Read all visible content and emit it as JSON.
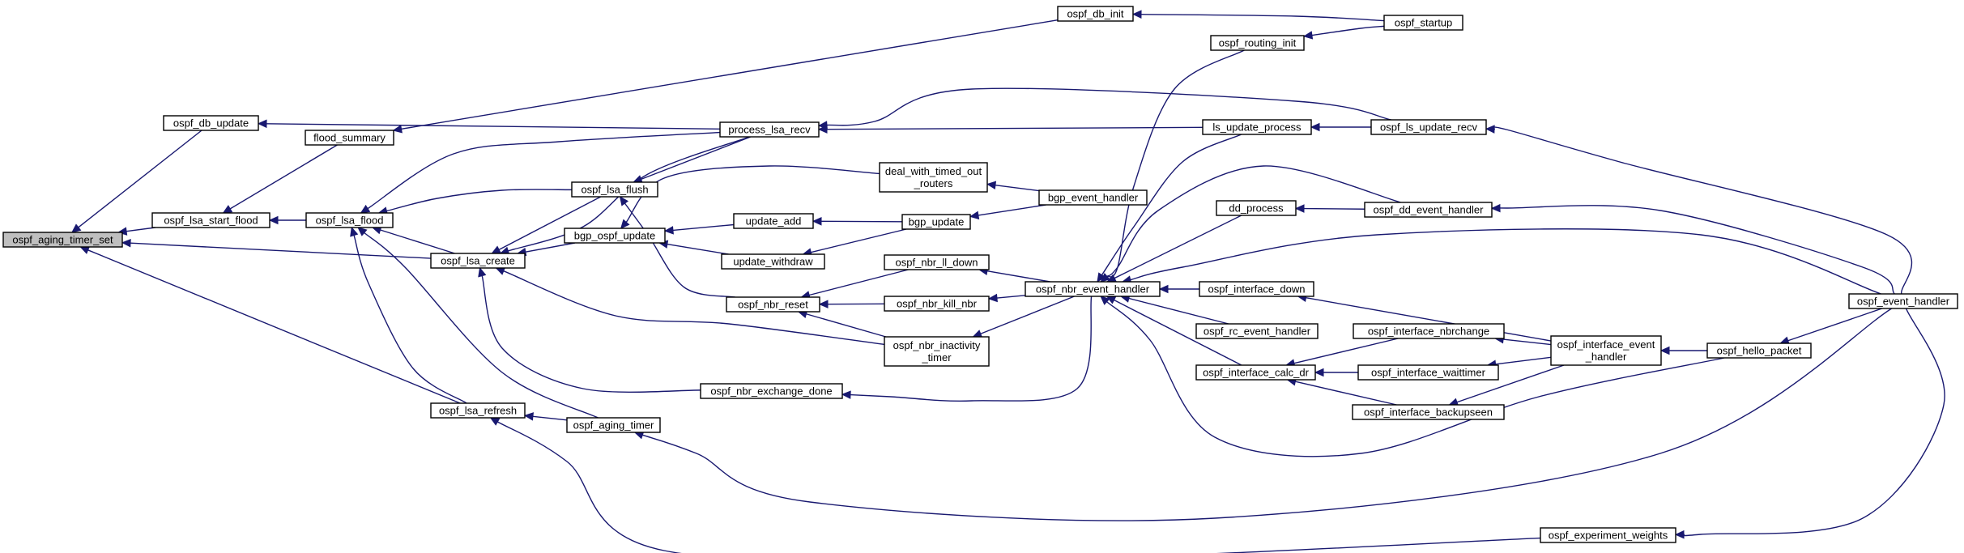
{
  "graph": {
    "root": "ospf_aging_timer_set",
    "nodes": [
      {
        "id": "ospf_aging_timer_set",
        "lines": [
          "ospf_aging_timer_set"
        ],
        "root": true
      },
      {
        "id": "ospf_db_update",
        "lines": [
          "ospf_db_update"
        ]
      },
      {
        "id": "ospf_lsa_start_flood",
        "lines": [
          "ospf_lsa_start_flood"
        ]
      },
      {
        "id": "ospf_lsa_create",
        "lines": [
          "ospf_lsa_create"
        ]
      },
      {
        "id": "ospf_lsa_refresh",
        "lines": [
          "ospf_lsa_refresh"
        ]
      },
      {
        "id": "flood_summary",
        "lines": [
          "flood_summary"
        ]
      },
      {
        "id": "ospf_lsa_flood",
        "lines": [
          "ospf_lsa_flood"
        ]
      },
      {
        "id": "ospf_lsa_flush",
        "lines": [
          "ospf_lsa_flush"
        ]
      },
      {
        "id": "bgp_ospf_update",
        "lines": [
          "bgp_ospf_update"
        ]
      },
      {
        "id": "ospf_aging_timer",
        "lines": [
          "ospf_aging_timer"
        ]
      },
      {
        "id": "ospf_db_init",
        "lines": [
          "ospf_db_init"
        ]
      },
      {
        "id": "ospf_startup",
        "lines": [
          "ospf_startup"
        ]
      },
      {
        "id": "process_lsa_recv",
        "lines": [
          "process_lsa_recv"
        ]
      },
      {
        "id": "deal_with_timed_out_routers",
        "lines": [
          "deal_with_timed_out",
          "_routers"
        ]
      },
      {
        "id": "update_add",
        "lines": [
          "update_add"
        ]
      },
      {
        "id": "update_withdraw",
        "lines": [
          "update_withdraw"
        ]
      },
      {
        "id": "ospf_nbr_reset",
        "lines": [
          "ospf_nbr_reset"
        ]
      },
      {
        "id": "ospf_nbr_ll_down",
        "lines": [
          "ospf_nbr_ll_down"
        ]
      },
      {
        "id": "ospf_nbr_kill_nbr",
        "lines": [
          "ospf_nbr_kill_nbr"
        ]
      },
      {
        "id": "ospf_nbr_inactivity_timer",
        "lines": [
          "ospf_nbr_inactivity",
          "_timer"
        ]
      },
      {
        "id": "ospf_nbr_exchange_done",
        "lines": [
          "ospf_nbr_exchange_done"
        ]
      },
      {
        "id": "bgp_update",
        "lines": [
          "bgp_update"
        ]
      },
      {
        "id": "bgp_event_handler",
        "lines": [
          "bgp_event_handler"
        ]
      },
      {
        "id": "ospf_nbr_event_handler",
        "lines": [
          "ospf_nbr_event_handler"
        ]
      },
      {
        "id": "ospf_routing_init",
        "lines": [
          "ospf_routing_init"
        ]
      },
      {
        "id": "ls_update_process",
        "lines": [
          "ls_update_process"
        ]
      },
      {
        "id": "dd_process",
        "lines": [
          "dd_process"
        ]
      },
      {
        "id": "ospf_interface_down",
        "lines": [
          "ospf_interface_down"
        ]
      },
      {
        "id": "ospf_rc_event_handler",
        "lines": [
          "ospf_rc_event_handler"
        ]
      },
      {
        "id": "ospf_interface_calc_dr",
        "lines": [
          "ospf_interface_calc_dr"
        ]
      },
      {
        "id": "ospf_ls_update_recv",
        "lines": [
          "ospf_ls_update_recv"
        ]
      },
      {
        "id": "ospf_dd_event_handler",
        "lines": [
          "ospf_dd_event_handler"
        ]
      },
      {
        "id": "ospf_interface_nbrchange",
        "lines": [
          "ospf_interface_nbrchange"
        ]
      },
      {
        "id": "ospf_interface_waittimer",
        "lines": [
          "ospf_interface_waittimer"
        ]
      },
      {
        "id": "ospf_interface_backupseen",
        "lines": [
          "ospf_interface_backupseen"
        ]
      },
      {
        "id": "ospf_interface_event_handler",
        "lines": [
          "ospf_interface_event",
          "_handler"
        ]
      },
      {
        "id": "ospf_hello_packet",
        "lines": [
          "ospf_hello_packet"
        ]
      },
      {
        "id": "ospf_event_handler",
        "lines": [
          "ospf_event_handler"
        ]
      },
      {
        "id": "ospf_experiment_weights",
        "lines": [
          "ospf_experiment_weights"
        ]
      }
    ],
    "edges": [
      [
        "ospf_db_update",
        "ospf_aging_timer_set"
      ],
      [
        "ospf_lsa_start_flood",
        "ospf_aging_timer_set"
      ],
      [
        "ospf_lsa_create",
        "ospf_aging_timer_set"
      ],
      [
        "ospf_lsa_refresh",
        "ospf_aging_timer_set"
      ],
      [
        "process_lsa_recv",
        "ospf_db_update"
      ],
      [
        "flood_summary",
        "ospf_lsa_start_flood"
      ],
      [
        "ospf_lsa_flood",
        "ospf_lsa_start_flood"
      ],
      [
        "ospf_db_init",
        "flood_summary"
      ],
      [
        "process_lsa_recv",
        "ospf_lsa_flood"
      ],
      [
        "ospf_lsa_flush",
        "ospf_lsa_flood"
      ],
      [
        "ospf_lsa_create",
        "ospf_lsa_flood"
      ],
      [
        "ospf_lsa_refresh",
        "ospf_lsa_flood"
      ],
      [
        "ospf_aging_timer",
        "ospf_lsa_flood"
      ],
      [
        "ospf_lsa_flush",
        "ospf_lsa_create"
      ],
      [
        "process_lsa_recv",
        "ospf_lsa_create"
      ],
      [
        "bgp_ospf_update",
        "ospf_lsa_create"
      ],
      [
        "ospf_nbr_inactivity_timer",
        "ospf_lsa_create"
      ],
      [
        "ospf_nbr_exchange_done",
        "ospf_lsa_create"
      ],
      [
        "process_lsa_recv",
        "ospf_lsa_flush"
      ],
      [
        "ospf_nbr_reset",
        "ospf_lsa_flush"
      ],
      [
        "deal_with_timed_out_routers",
        "bgp_ospf_update"
      ],
      [
        "update_add",
        "bgp_ospf_update"
      ],
      [
        "update_withdraw",
        "bgp_ospf_update"
      ],
      [
        "ospf_aging_timer",
        "ospf_lsa_refresh"
      ],
      [
        "ospf_experiment_weights",
        "ospf_lsa_refresh"
      ],
      [
        "ospf_event_handler",
        "ospf_aging_timer"
      ],
      [
        "ospf_startup",
        "ospf_db_init"
      ],
      [
        "ospf_ls_update_recv",
        "process_lsa_recv"
      ],
      [
        "ls_update_process",
        "process_lsa_recv"
      ],
      [
        "bgp_event_handler",
        "deal_with_timed_out_routers"
      ],
      [
        "bgp_update",
        "update_add"
      ],
      [
        "bgp_event_handler",
        "bgp_update"
      ],
      [
        "bgp_update",
        "update_withdraw"
      ],
      [
        "ospf_nbr_ll_down",
        "ospf_nbr_reset"
      ],
      [
        "ospf_nbr_kill_nbr",
        "ospf_nbr_reset"
      ],
      [
        "ospf_nbr_inactivity_timer",
        "ospf_nbr_reset"
      ],
      [
        "ospf_nbr_event_handler",
        "ospf_nbr_ll_down"
      ],
      [
        "ospf_nbr_event_handler",
        "ospf_nbr_kill_nbr"
      ],
      [
        "ospf_nbr_event_handler",
        "ospf_nbr_inactivity_timer"
      ],
      [
        "ospf_nbr_event_handler",
        "ospf_nbr_exchange_done"
      ],
      [
        "ospf_routing_init",
        "ospf_nbr_event_handler"
      ],
      [
        "ls_update_process",
        "ospf_nbr_event_handler"
      ],
      [
        "dd_process",
        "ospf_nbr_event_handler"
      ],
      [
        "ospf_dd_event_handler",
        "ospf_nbr_event_handler"
      ],
      [
        "ospf_interface_down",
        "ospf_nbr_event_handler"
      ],
      [
        "ospf_rc_event_handler",
        "ospf_nbr_event_handler"
      ],
      [
        "ospf_interface_calc_dr",
        "ospf_nbr_event_handler"
      ],
      [
        "ospf_event_handler",
        "ospf_nbr_event_handler"
      ],
      [
        "ospf_hello_packet",
        "ospf_nbr_event_handler"
      ],
      [
        "ospf_startup",
        "ospf_routing_init"
      ],
      [
        "ospf_ls_update_recv",
        "ls_update_process"
      ],
      [
        "ospf_dd_event_handler",
        "dd_process"
      ],
      [
        "ospf_interface_event_handler",
        "ospf_interface_down"
      ],
      [
        "ospf_interface_nbrchange",
        "ospf_interface_calc_dr"
      ],
      [
        "ospf_interface_waittimer",
        "ospf_interface_calc_dr"
      ],
      [
        "ospf_interface_backupseen",
        "ospf_interface_calc_dr"
      ],
      [
        "ospf_interface_event_handler",
        "ospf_interface_nbrchange"
      ],
      [
        "ospf_interface_event_handler",
        "ospf_interface_waittimer"
      ],
      [
        "ospf_interface_event_handler",
        "ospf_interface_backupseen"
      ],
      [
        "ospf_hello_packet",
        "ospf_interface_event_handler"
      ],
      [
        "ospf_event_handler",
        "ospf_ls_update_recv"
      ],
      [
        "ospf_event_handler",
        "ospf_dd_event_handler"
      ],
      [
        "ospf_event_handler",
        "ospf_hello_packet"
      ],
      [
        "ospf_event_handler",
        "ospf_experiment_weights"
      ]
    ]
  }
}
